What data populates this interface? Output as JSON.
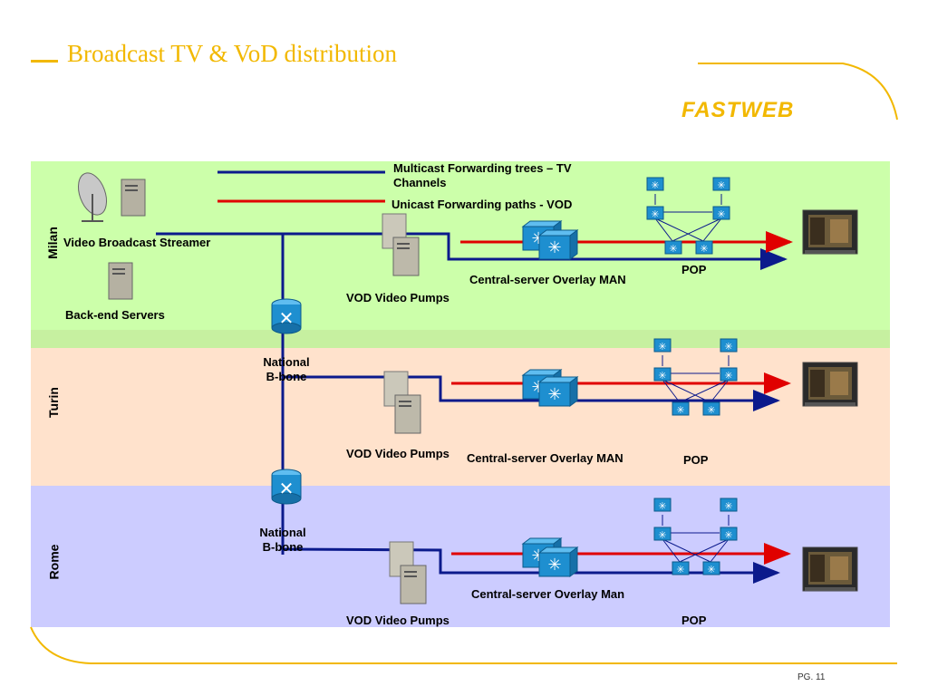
{
  "slide": {
    "title": "Broadcast TV & VoD distribution",
    "logo_text": "FASTWEB",
    "page_number": "PG. 11"
  },
  "legend": {
    "multicast_label": "Multicast Forwarding trees – TV Channels",
    "unicast_label": "Unicast Forwarding paths - VOD",
    "multicast_color": "#0b1a8c",
    "unicast_color": "#e00000"
  },
  "colors": {
    "accent": "#f2b800",
    "milan_band": "#ccffaa",
    "turin_band": "#ffe2cc",
    "rome_band": "#ccccff"
  },
  "regions": {
    "milan": {
      "name": "Milan",
      "video_broadcast_streamer": "Video Broadcast Streamer",
      "back_end_servers": "Back-end Servers",
      "vod_pumps": "VOD Video Pumps",
      "overlay": "Central-server Overlay MAN",
      "pop": "POP"
    },
    "turin": {
      "name": "Turin",
      "backbone": "National B-bone",
      "vod_pumps": "VOD Video Pumps",
      "overlay": "Central-server Overlay MAN",
      "pop": "POP"
    },
    "rome": {
      "name": "Rome",
      "backbone": "National B-bone",
      "vod_pumps": "VOD Video Pumps",
      "overlay": "Central-server Overlay Man",
      "pop": "POP"
    }
  }
}
